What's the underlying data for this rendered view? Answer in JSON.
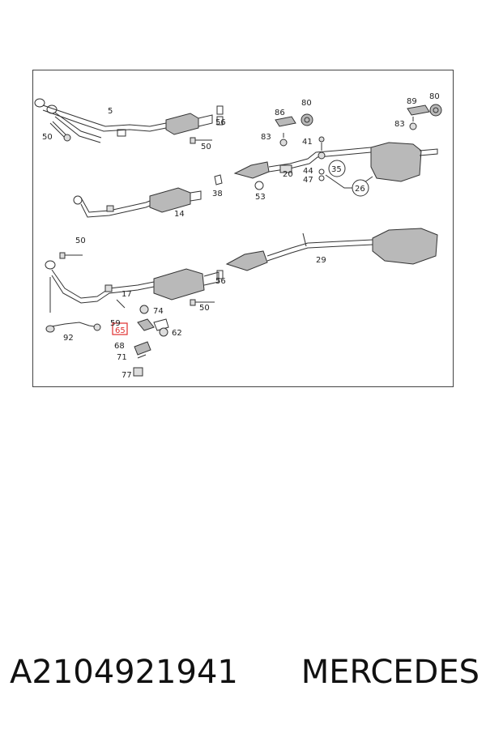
{
  "diagram": {
    "labels": {
      "p5": "5",
      "p50a": "50",
      "p56a": "56",
      "p50b": "50",
      "p86": "86",
      "p80a": "80",
      "p83a": "83",
      "p89": "89",
      "p80b": "80",
      "p83b": "83",
      "p41": "41",
      "p35": "35",
      "p44": "44",
      "p47": "47",
      "p26": "26",
      "p20": "20",
      "p38": "38",
      "p53": "53",
      "p14": "14",
      "p50c": "50",
      "p29": "29",
      "p17": "17",
      "p56b": "56",
      "p50d": "50",
      "p74": "74",
      "p59": "59",
      "p65": "65",
      "p62": "62",
      "p68": "68",
      "p71": "71",
      "p77": "77",
      "p92": "92"
    },
    "highlight": {
      "part": "65",
      "color": "#e03030"
    },
    "line_color": "#333333",
    "part_fill": "#b9b9b9"
  },
  "caption": {
    "part_number": "A2104921941",
    "brand": "MERCEDES"
  }
}
